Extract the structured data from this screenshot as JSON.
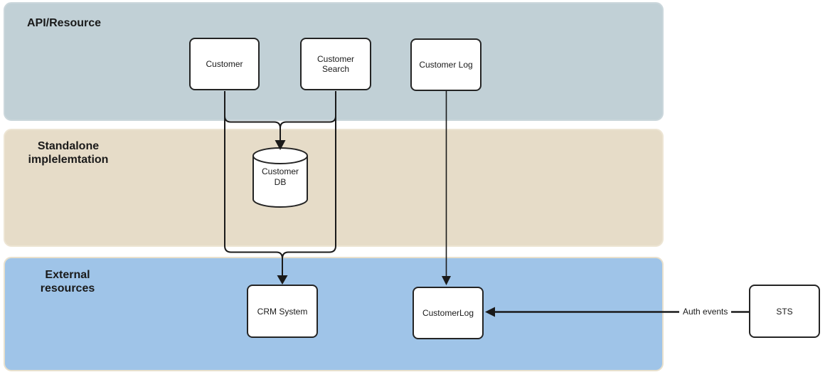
{
  "lanes": {
    "api": {
      "label": "API/Resource"
    },
    "standalone": {
      "line1": "Standalone",
      "line2": "implelemtation"
    },
    "external": {
      "line1": "External",
      "line2": "resources"
    }
  },
  "nodes": {
    "customer": {
      "label": "Customer"
    },
    "customer_search": {
      "line1": "Customer",
      "line2": "Search"
    },
    "customer_log": {
      "label": "Customer Log"
    },
    "customer_db": {
      "line1": "Customer",
      "line2": "DB"
    },
    "crm_system": {
      "label": "CRM System"
    },
    "customerlog": {
      "label": "CustomerLog"
    },
    "sts": {
      "label": "STS"
    }
  },
  "edges": {
    "auth_events": {
      "label": "Auth events"
    }
  },
  "colors": {
    "lane_api": "#c1d0d6",
    "lane_standalone": "#e6dcc8",
    "lane_external": "#9fc4e8",
    "node_fill": "#ffffff",
    "stroke": "#1a1a1a"
  }
}
